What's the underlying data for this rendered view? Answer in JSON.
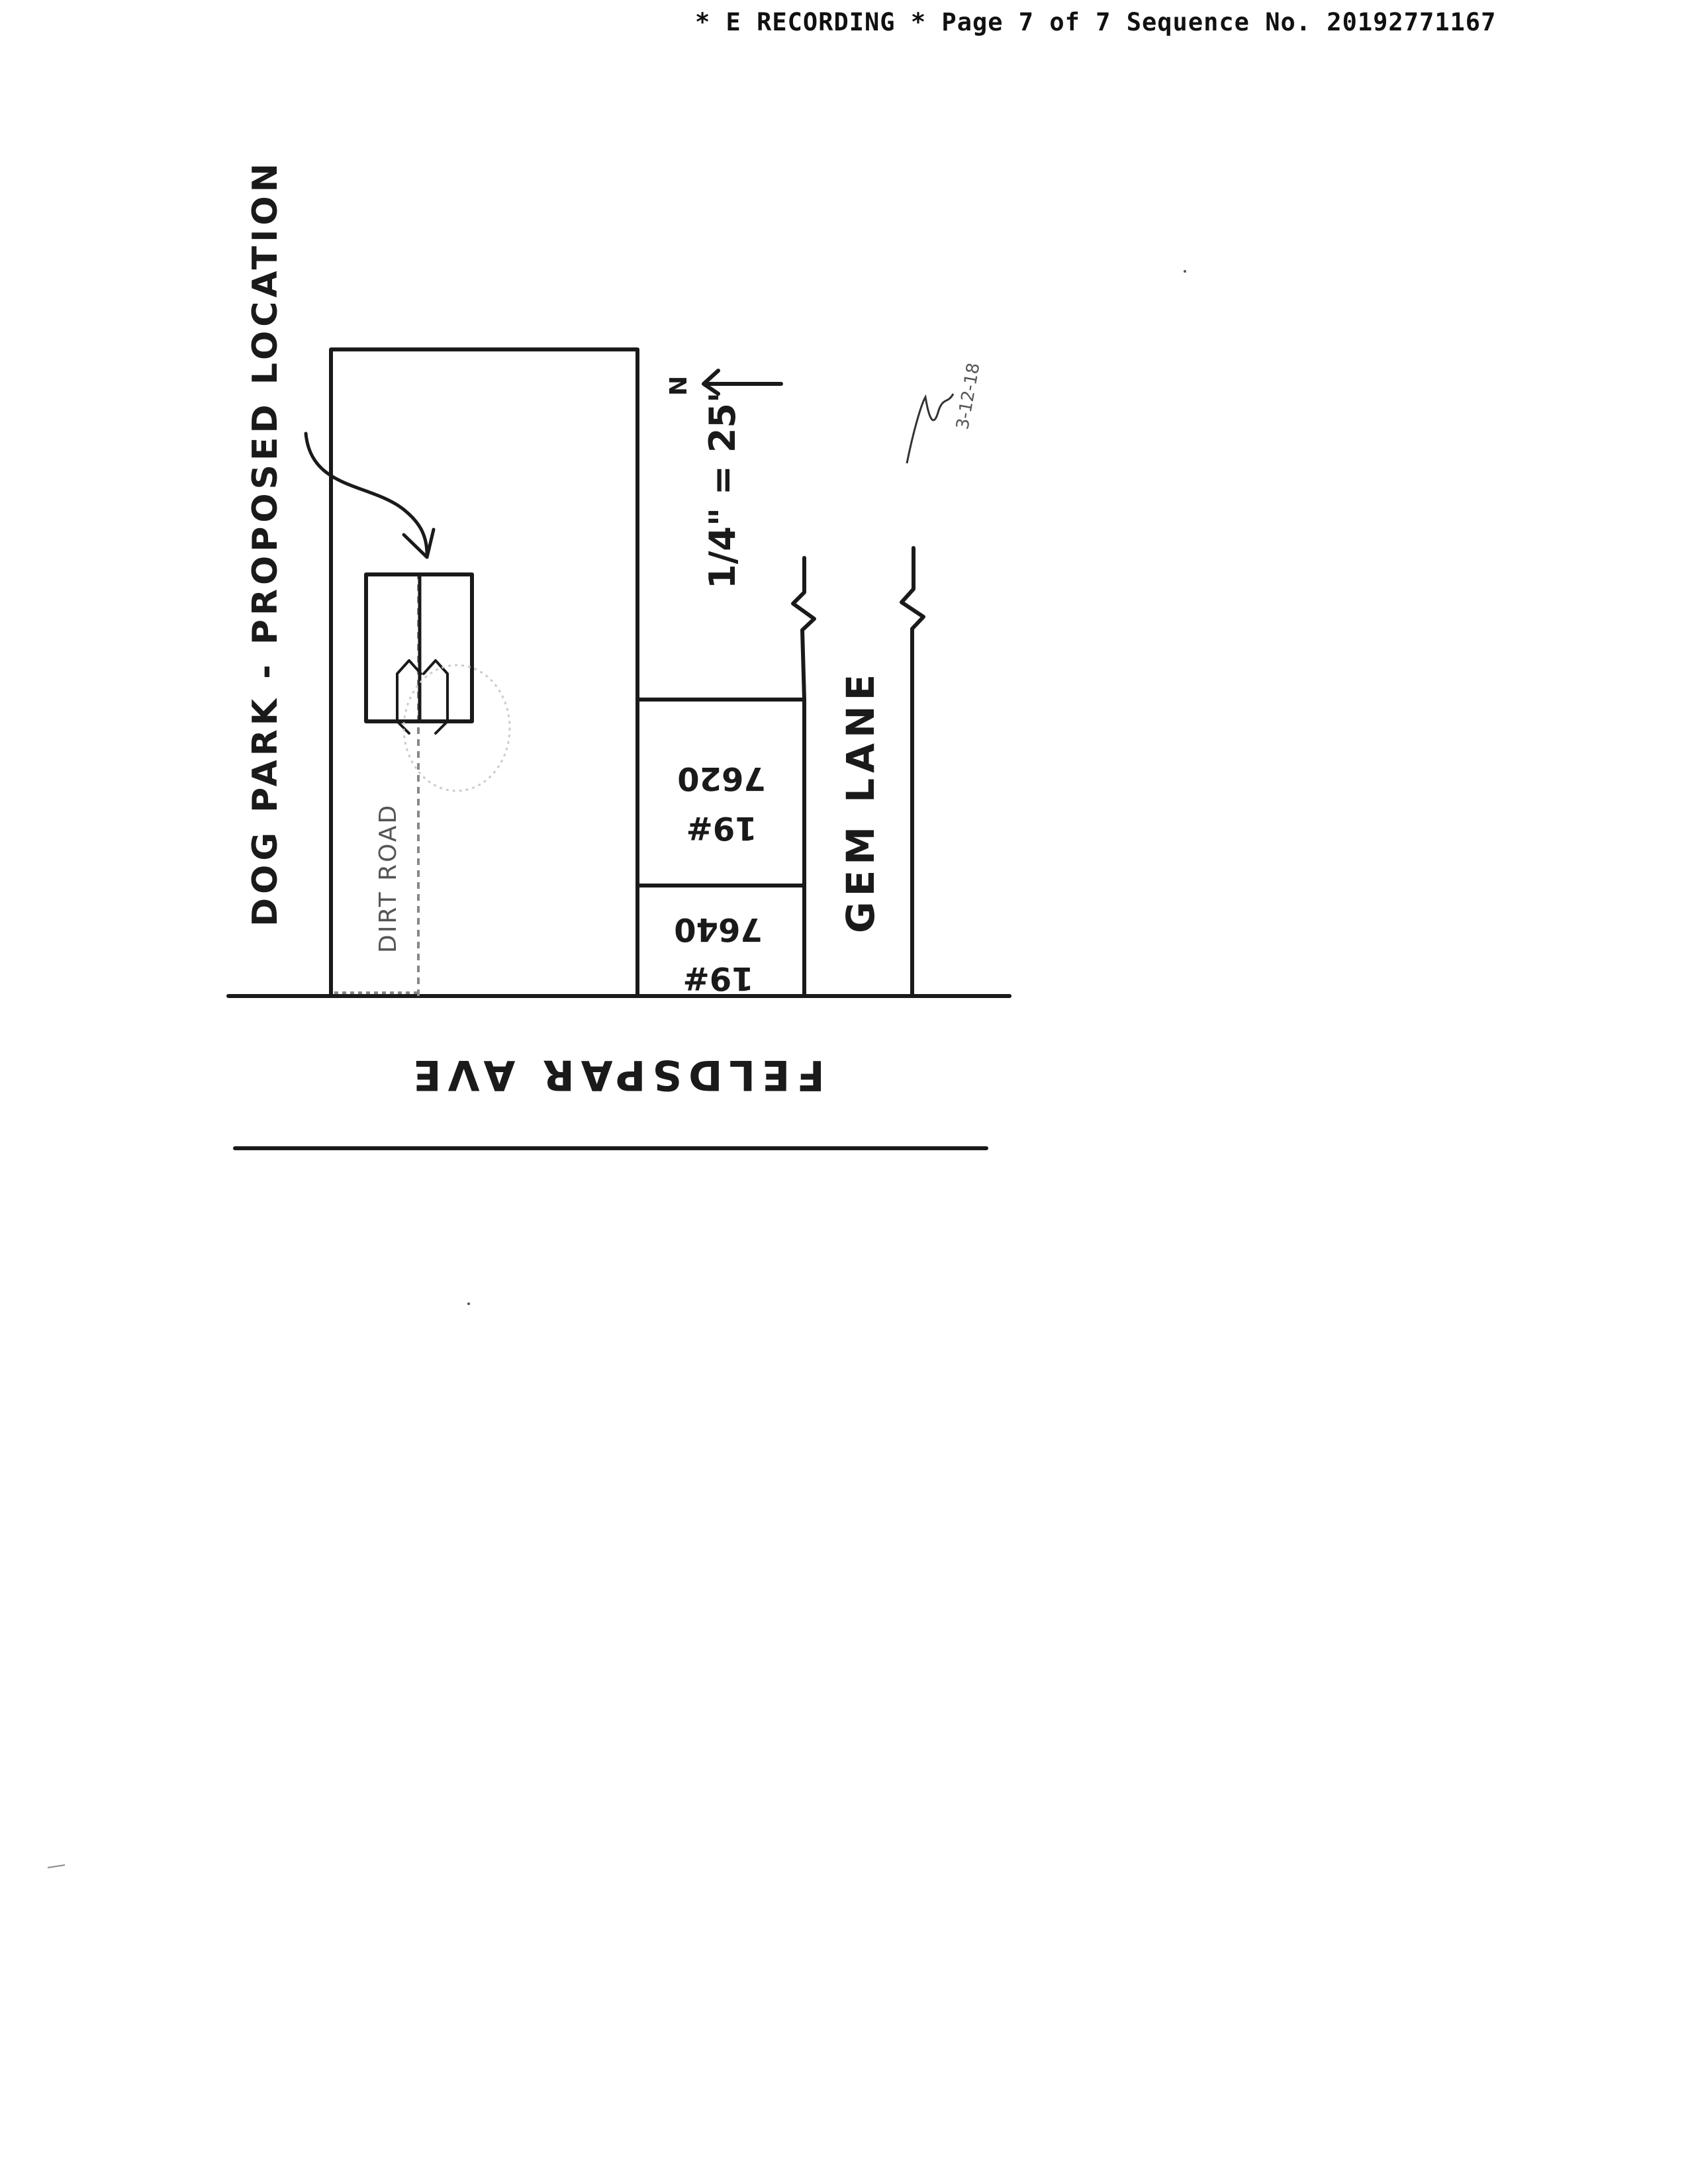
{
  "header": {
    "text": "* E RECORDING * Page 7 of 7 Sequence No. 20192771167"
  },
  "sketch": {
    "title": "DOG PARK - PROPOSED LOCATION",
    "scale": "1/4\" = 25'",
    "north_marker": "N",
    "dirt_road": "DIRT ROAD",
    "street_bottom": "FELDSPAR AVE",
    "street_right": "GEM LANE",
    "lots": [
      {
        "address": "7620",
        "number": "19#"
      },
      {
        "address": "7640",
        "number": "19#"
      }
    ],
    "initials": "3-12-18"
  }
}
